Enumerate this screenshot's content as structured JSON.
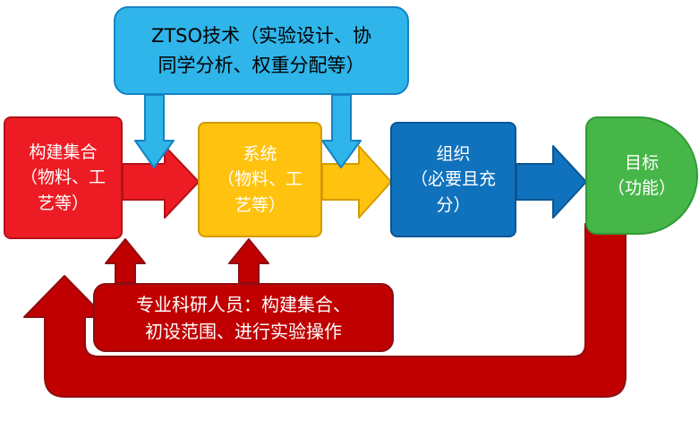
{
  "diagram": {
    "nodes": {
      "ztso": {
        "text": "ZTSO技术（实验设计、协\n同学分析、权重分配等）",
        "fill": "#2FB5E9",
        "border": "#1583C5",
        "text_color": "#000000"
      },
      "build_set": {
        "text": "构建集合\n（物料、工\n艺等）",
        "fill": "#ED1C24",
        "border": "#B51217",
        "text_color": "#FFFFFF"
      },
      "system": {
        "text": "系统\n（物料、工\n艺等）",
        "fill": "#FFC20E",
        "border": "#D49B00",
        "text_color": "#FFFFFF"
      },
      "organization": {
        "text": "组织\n（必要且充\n分）",
        "fill": "#1072BD",
        "border": "#0B5591",
        "text_color": "#FFFFFF"
      },
      "goal": {
        "text": "目标\n（功能）",
        "fill": "#47B649",
        "border": "#2F9B34",
        "text_color": "#FFFFFF"
      },
      "personnel": {
        "text": "专业科研人员：构建集合、\n初设范围、进行实验操作",
        "fill": "#C00000",
        "border": "#8F0D12",
        "text_color": "#FFFFFF"
      }
    },
    "arrows": {
      "ztso_down_arrow_left": {
        "direction": "down",
        "fill": "#2FB5E9",
        "border": "#1583C5"
      },
      "ztso_down_arrow_right": {
        "direction": "down",
        "fill": "#2FB5E9",
        "border": "#1583C5"
      },
      "build_to_system": {
        "direction": "right",
        "fill": "#ED1C24",
        "border": "#B51217"
      },
      "system_to_organization": {
        "direction": "right",
        "fill": "#FFC20E",
        "border": "#D49B00"
      },
      "organization_to_goal": {
        "direction": "right",
        "fill": "#1072BD",
        "border": "#0B5591"
      },
      "personnel_up_arrow_left": {
        "direction": "up",
        "fill": "#C00000",
        "border": "#8F0D12"
      },
      "personnel_up_arrow_right": {
        "direction": "up",
        "fill": "#C00000",
        "border": "#8F0D12"
      },
      "goal_feedback_loop": {
        "direction": "loop-left-up",
        "fill": "#C00000",
        "border": "#8F0D12"
      }
    }
  }
}
